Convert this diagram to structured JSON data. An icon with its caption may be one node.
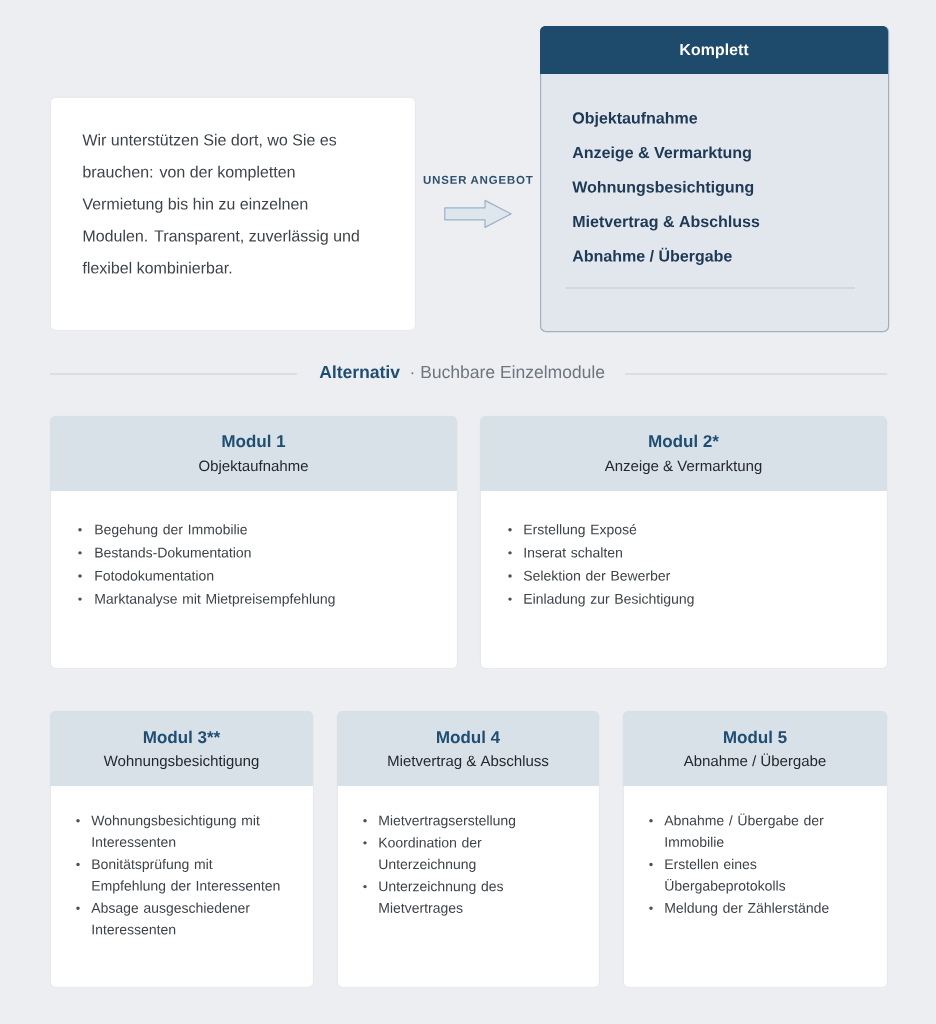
{
  "diagram": {
    "nodes": [
      {
        "text": [
          "Wir unterstützen Sie dort, wo Sie es brauchen: von der kompletten Vermietung bis hin zu einzelnen Modulen. Transparent, zuverlässig und flexibel kombinierbar."
        ]
      },
      {
        "text": [
          "Komplett",
          "Objektaufnahme",
          "Anzeige & Vermarktung",
          "Wohnungsbesichtigung",
          "Mietvertrag & Abschluss",
          "Abnahme / Übergabe"
        ]
      },
      {
        "text": [
          "Modul 1",
          "Objektaufnahme",
          "Begehung der Immobilie",
          "Bestands-Dokumentation",
          "Fotodokumentation",
          "Marktanalyse mit Mietpreisempfehlung"
        ]
      },
      {
        "text": [
          "Modul 2*",
          "Anzeige & Vermarktung",
          "Erstellung Exposé",
          "Inserat schalten",
          "Selektion der Bewerber",
          "Einladung zur Besichtigung"
        ]
      },
      {
        "text": [
          "Modul 3**",
          "Wohnungsbesichtigung",
          "Wohnungsbesichtigung mit Interessenten",
          "Bonitätsprüfung mit Empfehlung der Interessenten",
          "Absage ausgeschiedener Interessenten"
        ]
      },
      {
        "text": [
          "Modul 4",
          "Mietvertrag & Abschluss",
          "Mietvertragserstellung",
          "Koordination der Unterzeichnung",
          "Unterzeichnung des Mietvertrages"
        ]
      },
      {
        "text": [
          "Modul 5",
          "Abnahme / Übergabe",
          "Abnahme / Übergabe der Immobilie",
          "Erstellen eines Übergabeprotokolls",
          "Meldung der Zählerstände"
        ]
      }
    ],
    "edges": [
      {
        "from": 0,
        "to": 1,
        "arrow": "to",
        "label": "UNSER ANGEBOT"
      }
    ],
    "labels": [
      "Alternativ",
      "· Buchbare Einzelmodule"
    ]
  }
}
